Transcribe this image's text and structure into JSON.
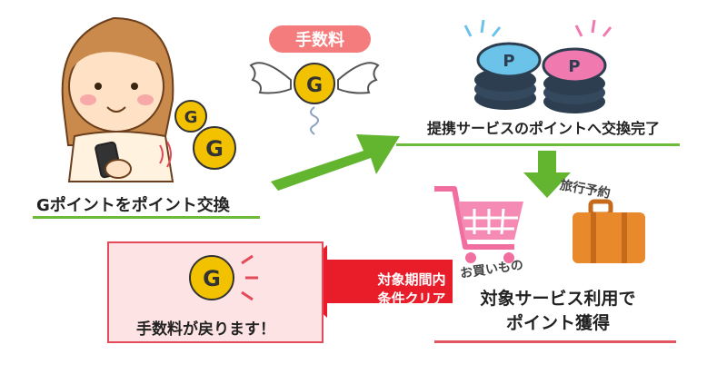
{
  "step1": {
    "label": "Gポイントをポイント交換"
  },
  "fee_badge": {
    "label": "手数料"
  },
  "coin_letter": "G",
  "points_letter": "P",
  "step2": {
    "label": "提携サービスのポイントへ交換完了"
  },
  "travel": {
    "label": "旅行予約"
  },
  "shopping": {
    "label": "お買いもの"
  },
  "step3": {
    "line1": "対象サービス利用で",
    "line2": "ポイント獲得"
  },
  "condition_arrow": {
    "line1": "対象期間内",
    "line2": "条件クリア"
  },
  "refund": {
    "label": "手数料が戻ります！"
  },
  "colors": {
    "green": "#6dbb3a",
    "red": "#e44a5a",
    "coin_gold": "#f2c200",
    "token_blue": "#6cc3ea",
    "token_pink": "#f07ab0"
  }
}
